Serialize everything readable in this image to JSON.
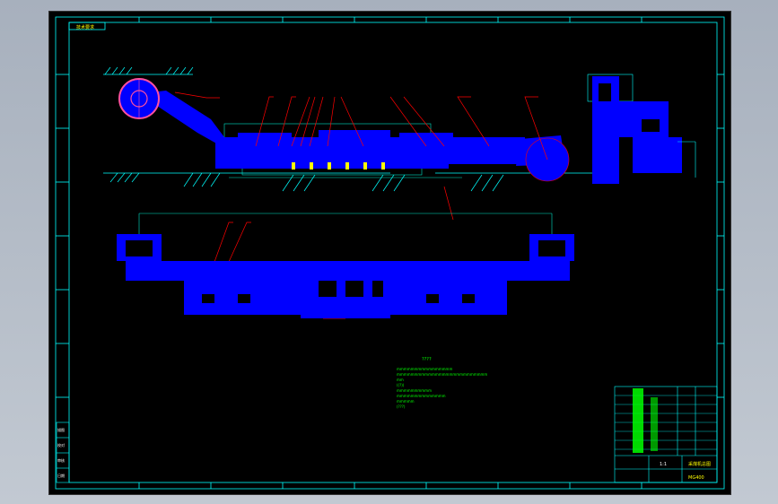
{
  "colors": {
    "background": "#000000",
    "frame": "#00ffff",
    "part": "#0000ff",
    "leader": "#ff0000",
    "text_green": "#00ff00",
    "text_yellow": "#ffff00",
    "dim_line": "#00e5c8"
  },
  "drawing": {
    "top_label": "技术要求",
    "notes_title": "????",
    "notes": [
      "mmmmmmmmmmmmmmmm",
      "mmmmmmmmmmmmmmmmmmmmmmmmmm",
      "mm",
      "((?))",
      "mmmmmmmmmm",
      "mmmmmmmmmmmmmm",
      "mmmmm",
      "(???)"
    ],
    "title_block": {
      "name": "采煤机总图",
      "code": "MG400",
      "scale": "1:1"
    },
    "left_block": [
      "描图",
      "校对",
      "审核",
      "日期"
    ],
    "icons": [
      "drum-icon",
      "ground-hatch-icon"
    ]
  }
}
